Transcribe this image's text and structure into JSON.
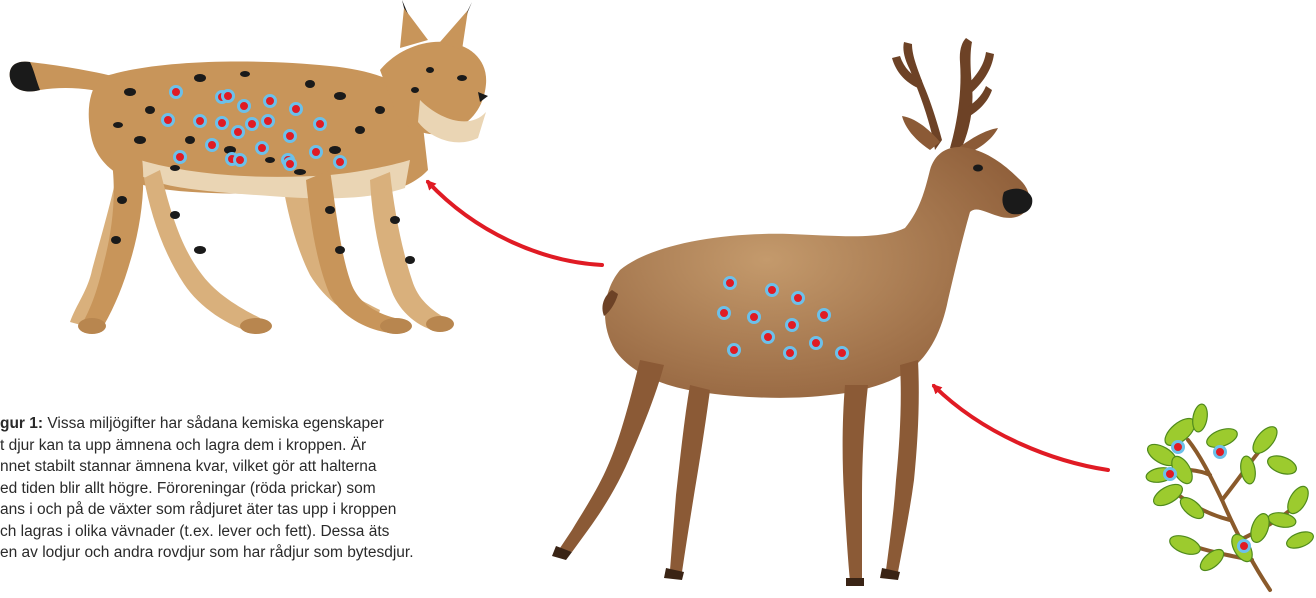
{
  "caption": {
    "label": "gur 1:",
    "lines": [
      " Vissa miljögifter har sådana kemiska egenskaper",
      "t djur kan ta upp ämnena och lagra dem i kroppen. Är",
      "nnet stabilt stannar ämnena kvar, vilket gör att halterna",
      "ed tiden blir allt högre. Föroreningar (röda prickar) som",
      "ans i och på de växter som rådjuret äter tas upp i kroppen",
      "ch lagras i olika vävnader (t.ex. lever och fett). Dessa äts",
      "en av lodjur och andra rovdjur som har rådjur som bytesdjur."
    ]
  },
  "nodes": {
    "plant": {
      "icon": "plant-icon",
      "leaf_color": "#9ccb2e",
      "stem_color": "#8a5a2b"
    },
    "deer": {
      "icon": "deer-icon",
      "body_color": "#8b5a36",
      "highlight_color": "#c49a6c"
    },
    "lynx": {
      "icon": "lynx-icon",
      "fur_color": "#c8955a",
      "spot_color": "#1a1a1a"
    }
  },
  "pollutant": {
    "dot_color": "#e01b24",
    "ring_color": "#6cc0ea"
  },
  "arrows": {
    "color": "#e01b24"
  }
}
